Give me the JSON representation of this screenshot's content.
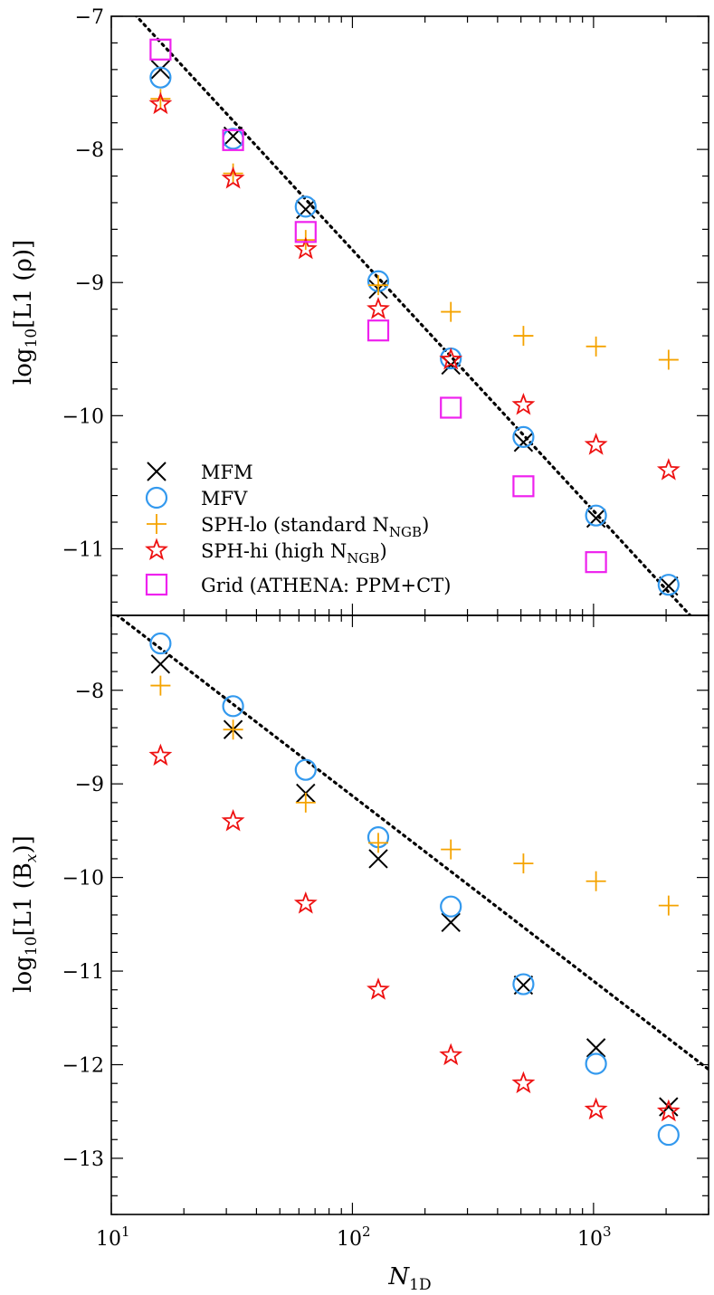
{
  "chart_data": [
    {
      "type": "scatter",
      "panel": "top",
      "ylabel_prefix": "log",
      "ylabel_sub": "10",
      "ylabel_body": "[L1 (ρ)]",
      "xscale": "log",
      "xlim": [
        10,
        3000
      ],
      "ylim": [
        -11.5,
        -7.0
      ],
      "yticks": [
        -7,
        -8,
        -9,
        -10,
        -11
      ],
      "ytick_labels": [
        "−7",
        "−8",
        "−9",
        "−10",
        "−11"
      ],
      "legend": {
        "placement": "lower-left",
        "entries": [
          {
            "series": "MFM",
            "label": "MFM"
          },
          {
            "series": "MFV",
            "label": "MFV"
          },
          {
            "series": "SPH-lo",
            "label": "SPH-lo (standard N",
            "label_sub": "NGB",
            "label_end": ")"
          },
          {
            "series": "SPH-hi",
            "label": "SPH-hi (high N",
            "label_sub": "NGB",
            "label_end": ")"
          },
          {
            "series": "Grid",
            "label": "Grid (ATHENA: PPM+CT)"
          }
        ]
      },
      "guide_line": {
        "style": "dotted",
        "x": [
          12,
          3000
        ],
        "y": [
          -6.95,
          -11.65
        ]
      },
      "series": [
        {
          "name": "MFM",
          "marker": "x",
          "color": "#000000",
          "x": [
            16,
            32,
            64,
            128,
            256,
            512,
            1024,
            2048
          ],
          "y": [
            -7.4,
            -7.9,
            -8.45,
            -9.05,
            -9.62,
            -10.2,
            -10.77,
            -11.28
          ]
        },
        {
          "name": "MFV",
          "marker": "circle",
          "color": "#3399ee",
          "x": [
            16,
            32,
            64,
            128,
            256,
            512,
            1024,
            2048
          ],
          "y": [
            -7.46,
            -7.92,
            -8.43,
            -8.99,
            -9.57,
            -10.16,
            -10.75,
            -11.27
          ]
        },
        {
          "name": "SPH-lo",
          "marker": "plus",
          "color": "#f5a300",
          "x": [
            16,
            32,
            64,
            128,
            256,
            512,
            1024,
            2048
          ],
          "y": [
            -7.62,
            -8.18,
            -8.68,
            -9.02,
            -9.22,
            -9.4,
            -9.48,
            -9.58
          ]
        },
        {
          "name": "SPH-hi",
          "marker": "star",
          "color": "#ee1111",
          "x": [
            16,
            32,
            64,
            128,
            256,
            512,
            1024,
            2048
          ],
          "y": [
            -7.66,
            -8.22,
            -8.75,
            -9.2,
            -9.58,
            -9.92,
            -10.22,
            -10.41
          ]
        },
        {
          "name": "Grid",
          "marker": "square",
          "color": "#ee22ee",
          "x": [
            16,
            32,
            64,
            128,
            256,
            512,
            1024
          ],
          "y": [
            -7.25,
            -7.93,
            -8.62,
            -9.36,
            -9.94,
            -10.53,
            -11.1
          ]
        }
      ]
    },
    {
      "type": "scatter",
      "panel": "bottom",
      "ylabel_prefix": "log",
      "ylabel_sub": "10",
      "ylabel_body": "[L1 (B",
      "ylabel_body_sub": "x",
      "ylabel_end": ")]",
      "xlabel": "N",
      "xlabel_sub": "1D",
      "xscale": "log",
      "xlim": [
        10,
        3000
      ],
      "ylim": [
        -13.6,
        -7.2
      ],
      "yticks": [
        -8,
        -9,
        -10,
        -11,
        -12,
        -13
      ],
      "ytick_labels": [
        "−8",
        "−9",
        "−10",
        "−11",
        "−12",
        "−13"
      ],
      "xticks": [
        10,
        100,
        1000
      ],
      "xtick_base": "10",
      "xtick_exps": [
        "1",
        "2",
        "3"
      ],
      "guide_line": {
        "style": "dotted",
        "x": [
          10,
          3000
        ],
        "y": [
          -7.15,
          -12.05
        ]
      },
      "series": [
        {
          "name": "MFM",
          "marker": "x",
          "color": "#000000",
          "x": [
            16,
            32,
            64,
            128,
            256,
            512,
            1024,
            2048
          ],
          "y": [
            -7.72,
            -8.42,
            -9.1,
            -9.8,
            -10.48,
            -11.15,
            -11.82,
            -12.45
          ]
        },
        {
          "name": "MFV",
          "marker": "circle",
          "color": "#3399ee",
          "x": [
            16,
            32,
            64,
            128,
            256,
            512,
            1024,
            2048
          ],
          "y": [
            -7.5,
            -8.17,
            -8.85,
            -9.57,
            -10.31,
            -11.14,
            -11.99,
            -12.75
          ]
        },
        {
          "name": "SPH-lo",
          "marker": "plus",
          "color": "#f5a300",
          "x": [
            16,
            32,
            64,
            128,
            256,
            512,
            1024,
            2048
          ],
          "y": [
            -7.95,
            -8.42,
            -9.2,
            -9.63,
            -9.7,
            -9.85,
            -10.04,
            -10.3
          ]
        },
        {
          "name": "SPH-hi",
          "marker": "star",
          "color": "#ee1111",
          "x": [
            16,
            32,
            64,
            128,
            256,
            512,
            1024,
            2048
          ],
          "y": [
            -8.7,
            -9.4,
            -10.28,
            -11.2,
            -11.9,
            -12.2,
            -12.48,
            -12.5
          ]
        }
      ]
    }
  ]
}
